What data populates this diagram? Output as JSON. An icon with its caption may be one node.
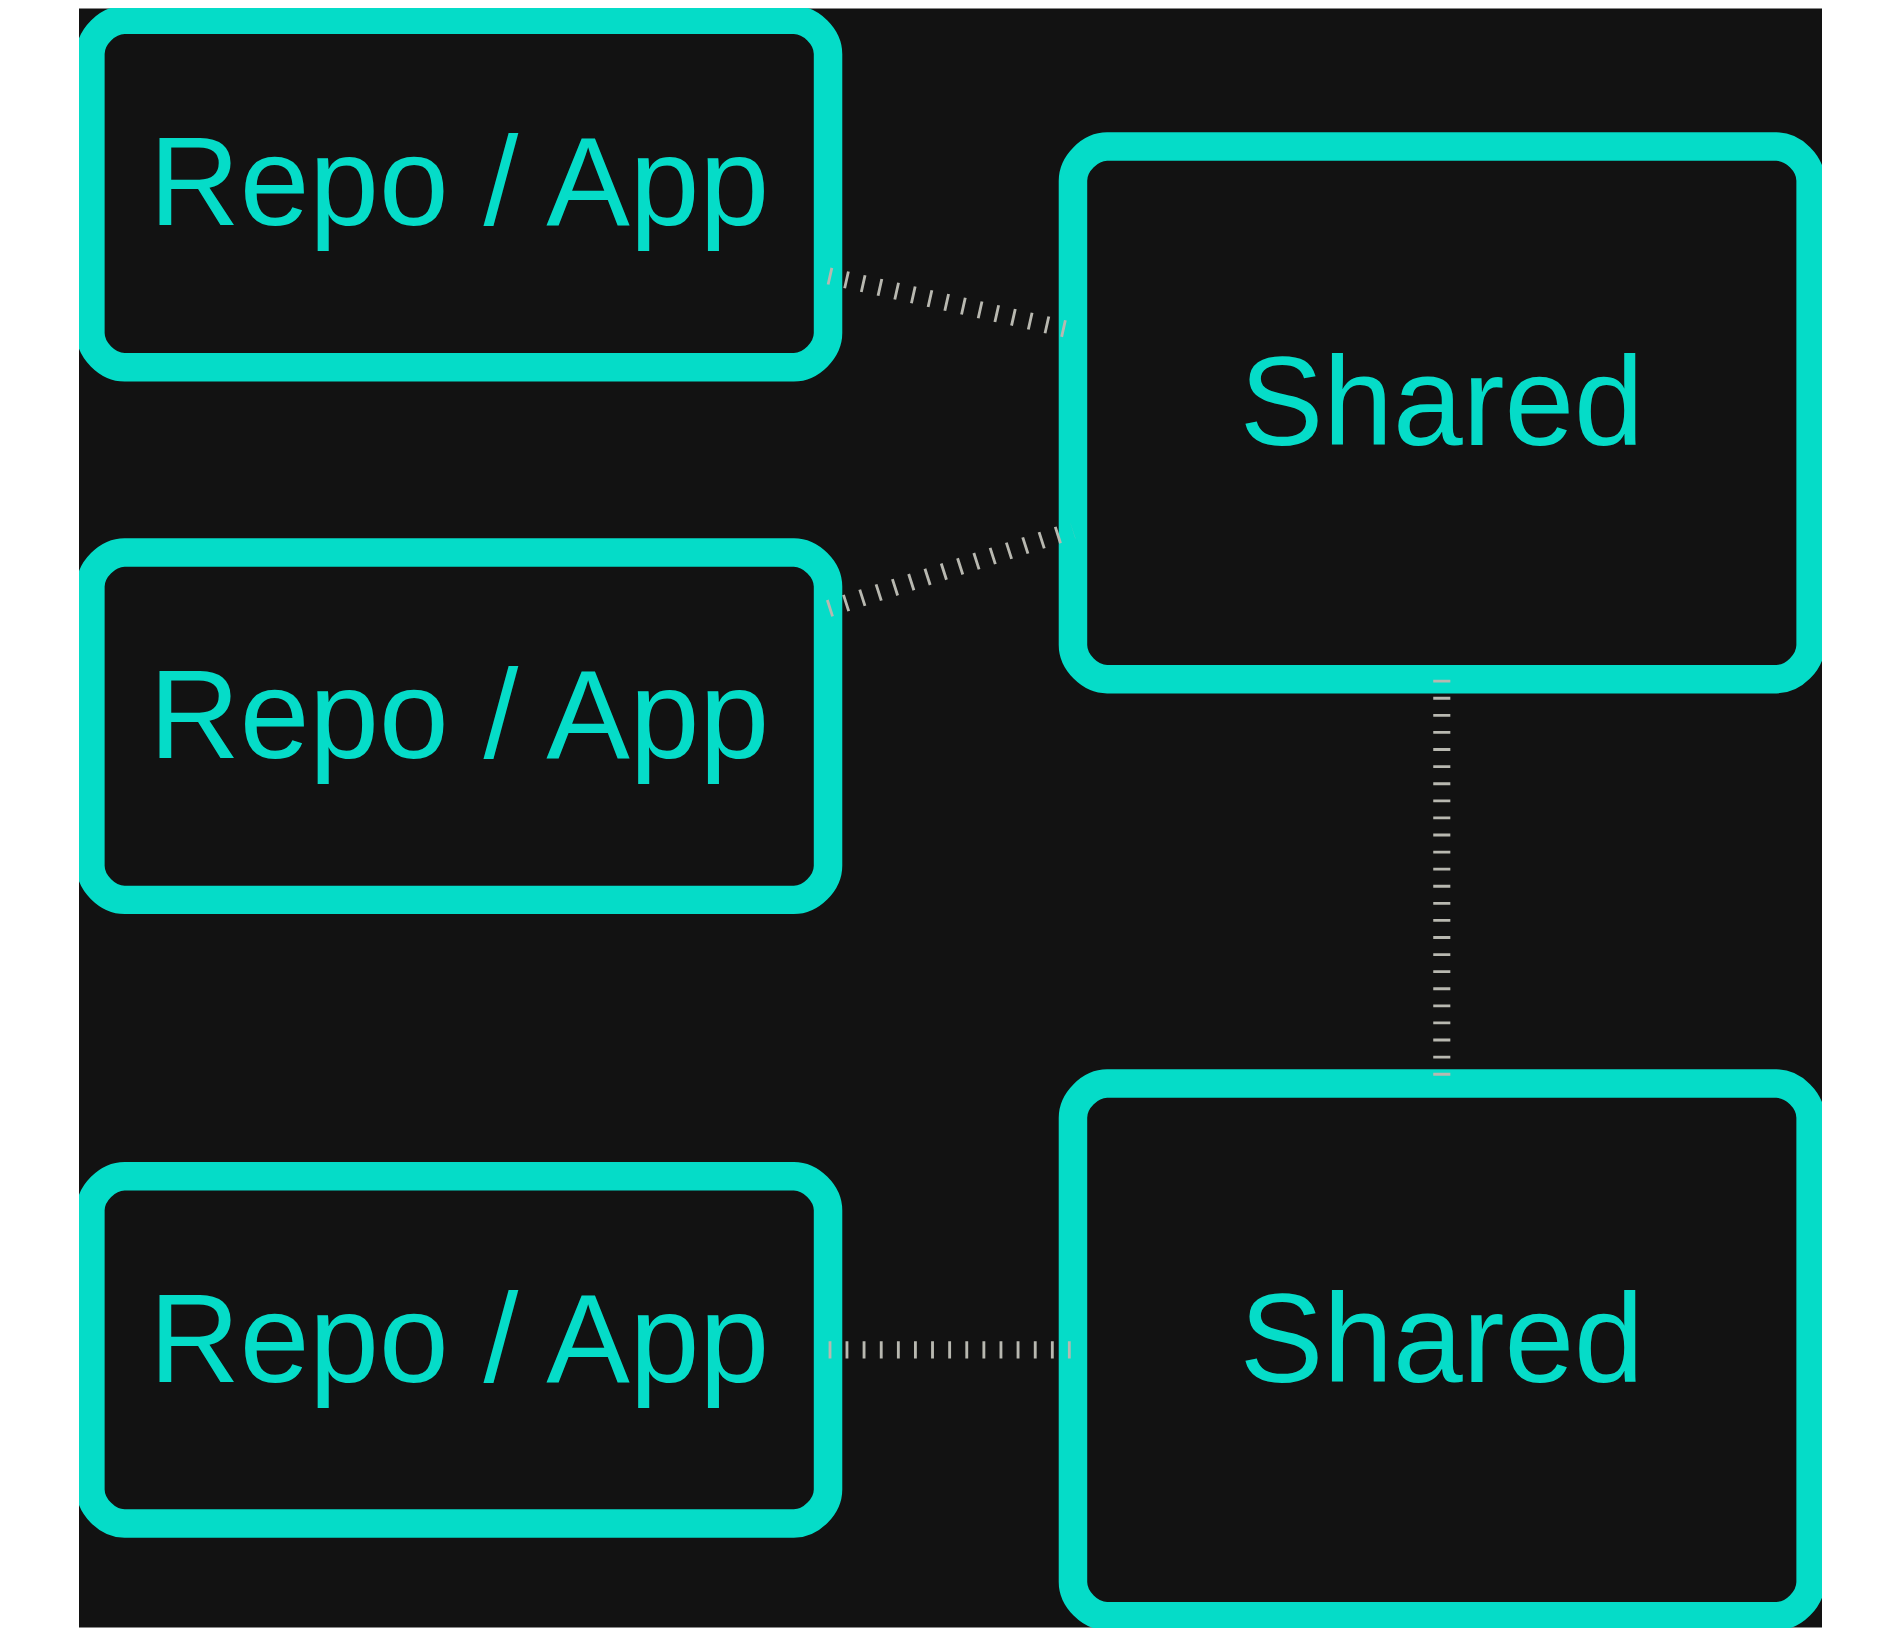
{
  "diagram": {
    "nodes": [
      {
        "text": [
          "Repo / App"
        ]
      },
      {
        "text": [
          "Repo / App"
        ]
      },
      {
        "text": [
          "Repo / App"
        ]
      },
      {
        "text": [
          "Shared"
        ]
      },
      {
        "text": [
          "Shared"
        ]
      }
    ],
    "edges": [
      {
        "from": 0,
        "to": 3,
        "arrow": "none"
      },
      {
        "from": 1,
        "to": 3,
        "arrow": "none"
      },
      {
        "from": 3,
        "to": 4,
        "arrow": "none"
      },
      {
        "from": 2,
        "to": 4,
        "arrow": "none"
      }
    ]
  }
}
